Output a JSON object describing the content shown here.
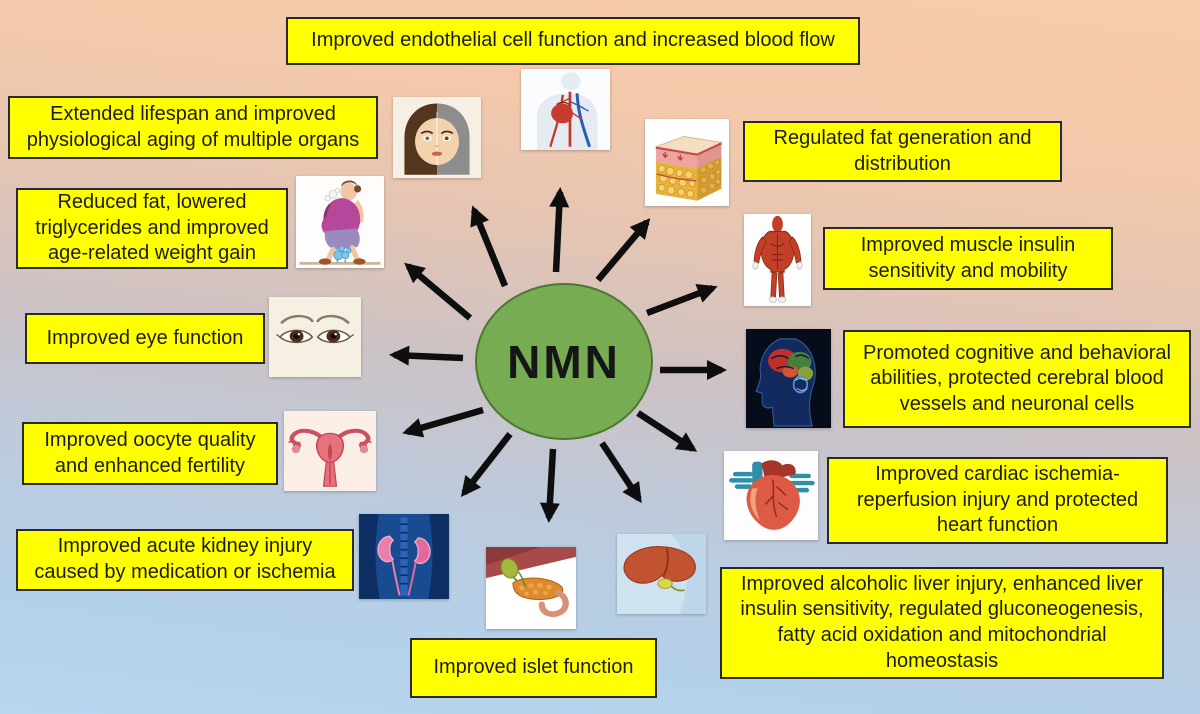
{
  "center": {
    "label": "NMN"
  },
  "colors": {
    "box_bg": "#ffff00",
    "box_border": "#2a2a2a",
    "center_bg": "#77ac53",
    "arrow": "#0e0e0e",
    "bg_top": "#f7ccab",
    "bg_bottom": "#bad5ee"
  },
  "nodes": [
    {
      "id": "endothelial",
      "icon": "cardiovascular-system-icon",
      "label": "Improved endothelial cell function and increased blood flow"
    },
    {
      "id": "lifespan",
      "icon": "aging-face-icon",
      "label": "Extended lifespan and improved physiological aging of multiple organs"
    },
    {
      "id": "reduced-fat",
      "icon": "obese-person-icon",
      "label": "Reduced fat, lowered triglycerides and improved age-related weight gain"
    },
    {
      "id": "eye",
      "icon": "eyes-icon",
      "label": "Improved eye function"
    },
    {
      "id": "oocyte",
      "icon": "uterus-icon",
      "label": "Improved oocyte quality and enhanced fertility"
    },
    {
      "id": "kidney",
      "icon": "kidneys-icon",
      "label": "Improved acute kidney injury caused by medication or ischemia"
    },
    {
      "id": "islet",
      "icon": "pancreas-icon",
      "label": "Improved islet function"
    },
    {
      "id": "regulated-fat",
      "icon": "fat-tissue-icon",
      "label": "Regulated fat generation and distribution"
    },
    {
      "id": "muscle",
      "icon": "muscle-figure-icon",
      "label": "Improved muscle insulin sensitivity and mobility"
    },
    {
      "id": "cognitive",
      "icon": "brain-icon",
      "label": "Promoted cognitive and behavioral abilities, protected cerebral blood vessels and neuronal cells"
    },
    {
      "id": "cardiac",
      "icon": "heart-icon",
      "label": "Improved cardiac ischemia-reperfusion injury and protected heart function"
    },
    {
      "id": "liver",
      "icon": "liver-icon",
      "label": "Improved alcoholic liver injury, enhanced liver insulin sensitivity, regulated gluconeogenesis, fatty acid oxidation and mitochondrial homeostasis"
    }
  ]
}
